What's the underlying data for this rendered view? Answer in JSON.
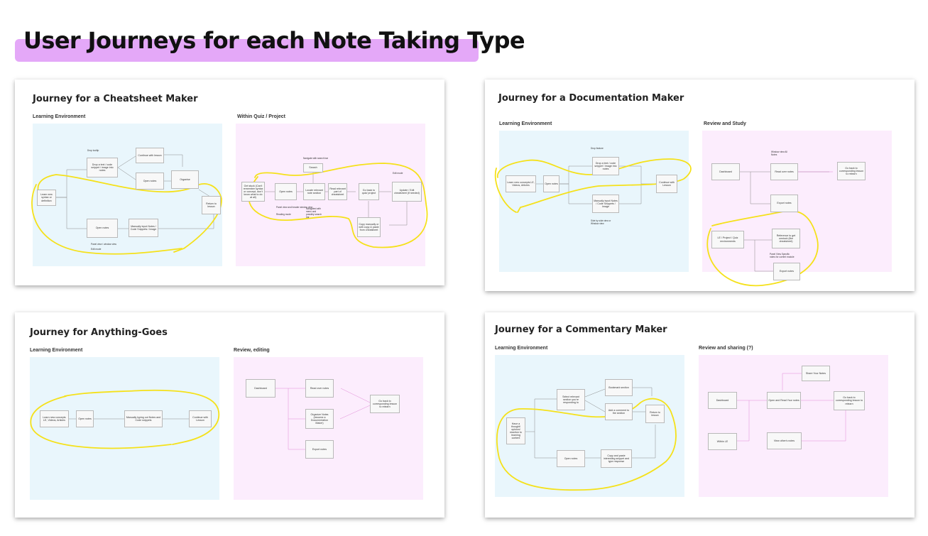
{
  "page": {
    "title": "User Journeys for each Note Taking Type"
  },
  "cards": {
    "cheatsheet": {
      "title": "Journey for a Cheatsheet Maker",
      "sections": [
        "Learning Environment",
        "Within Quiz / Project"
      ],
      "nodes": {
        "learn": "Learn new syntax or definition",
        "drop": "Drop a text / code snippet / image into notes",
        "continue": "Continue with lesson",
        "open1": "Open notes",
        "organise": "Organise",
        "return": "Return to lesson",
        "open2": "Open notes",
        "manual": "Manually input Notes / Code Snippets / Image",
        "stuck": "Get stuck (Can't remember syntax or concept, don't know what to do at all)",
        "open3": "Open notes",
        "search": "Search",
        "locate": "Locate relevant note section",
        "read": "Read relevant part of cheatsheet",
        "goback": "Go back to quiz/ project",
        "update": "Update / Edit cheatsheet (if needed)",
        "copy": "Copy manually or with copy & paste from cheatsheet"
      },
      "notes": {
        "drop_tooltip": "Drop tooltip",
        "panel_view": "Panel view / window view",
        "edit_mode": "Edit mode",
        "navigate": "Navigate with search bar",
        "panel_header": "Panel view and header window view",
        "reading_mode": "Reading mode",
        "navigated": "Navigated with menu and possibly search bar",
        "edit_mode2": "Edit mode"
      }
    },
    "documentation": {
      "title": "Journey for a Documentation Maker",
      "sections": [
        "Learning Environment",
        "Review and Study"
      ],
      "nodes": {
        "learn": "Learn new concepts LE, Videos, Articles",
        "open": "Open notes",
        "drop": "Drop a text / code snippet / image into notes",
        "manual": "Manually input Notes / Code Snippets / Image",
        "continue": "Continue with Lesson",
        "dashboard": "Dashboard",
        "read": "Read over notes",
        "goback": "Go back to corresponding lesson to relearn",
        "export1": "Export notes",
        "env": "LE / Project / Quiz environments",
        "reference": "Reference to get unstuck (like cheatsheet)",
        "export2": "Export notes"
      },
      "notes": {
        "drop_feature": "Drop feature",
        "window_view": "Window view All Notes",
        "side_by_side": "Side by side view or Window view",
        "panel_view": "Panel View Specific notes for current module"
      }
    },
    "anything": {
      "title": "Journey for Anything-Goes",
      "sections": [
        "Learning Environment",
        "Review, editing"
      ],
      "nodes": {
        "learn": "Learn new concepts LE, Videos, Articles",
        "open": "Open notes",
        "manual": "Manually typing out Notes and Code snippets",
        "continue": "Continue with Lesson",
        "dashboard": "Dashboard",
        "read": "Read over notes",
        "organize": "Organize Notes (become a Documentation Maker)",
        "goback": "Go back to corresponding lesson to relearn",
        "export": "Export notes"
      }
    },
    "commentary": {
      "title": "Journey for a Commentary Maker",
      "sections": [
        "Learning Environment",
        "Review and sharing (?)"
      ],
      "nodes": {
        "thought": "Have a thought/ opinion/ reaction to learning content",
        "select": "Select relevant section you're responding to",
        "bookmark": "Bookmark section",
        "comment": "Add a comment to the section",
        "return": "Return to lesson",
        "open": "Open notes",
        "copy": "Copy and paste interesting snippet and type response",
        "dashboard": "Dashboard",
        "within": "Within LE",
        "share": "Share Your Notes",
        "openread": "Open and Read Your notes",
        "goback": "Go back to corresponding lesson to relearn",
        "view": "View other's notes"
      }
    }
  },
  "colors": {
    "title_highlight": "#e4a8f8",
    "learning_bg": "#e9f6fc",
    "review_bg": "#fcedfd",
    "marker": "#f5e11a",
    "arrow": "#8a8a8a",
    "arrow_pink": "#e08ad6"
  }
}
